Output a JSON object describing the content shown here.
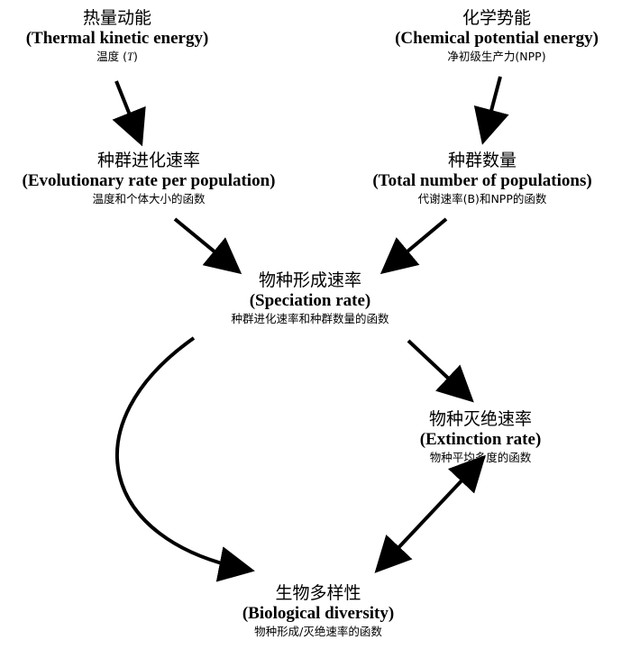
{
  "nodes": {
    "thermal": {
      "cn": "热量动能",
      "en": "(Thermal kinetic energy)",
      "desc_prefix": "温度 (",
      "desc_var": "T",
      "desc_suffix": ")"
    },
    "chemical": {
      "cn": "化学势能",
      "en": "(Chemical potential energy)",
      "desc": "净初级生产力(NPP)"
    },
    "evolution": {
      "cn": "种群进化速率",
      "en": "(Evolutionary rate per population)",
      "desc": "温度和个体大小的函数"
    },
    "populations": {
      "cn": "种群数量",
      "en": "(Total number of populations)",
      "desc": "代谢速率(B)和NPP的函数"
    },
    "speciation": {
      "cn": "物种形成速率",
      "en": "(Speciation rate)",
      "desc": "种群进化速率和种群数量的函数"
    },
    "extinction": {
      "cn": "物种灭绝速率",
      "en": "(Extinction rate)",
      "desc": "物种平均多度的函数"
    },
    "diversity": {
      "cn": "生物多样性",
      "en": "(Biological diversity)",
      "desc": "物种形成/灭绝速率的函数"
    }
  },
  "colors": {
    "stroke": "#000000",
    "background": "#ffffff"
  }
}
